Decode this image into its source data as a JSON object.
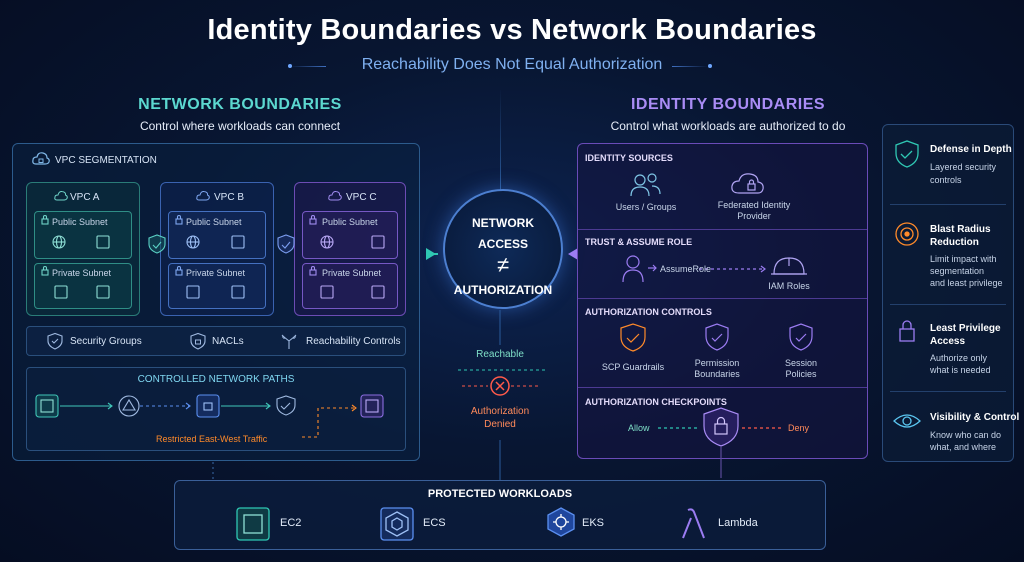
{
  "header": {
    "title": "Identity Boundaries vs Network Boundaries",
    "subtitle": "Reachability Does Not Equal Authorization"
  },
  "network": {
    "heading": "NETWORK BOUNDARIES",
    "subheading": "Control where workloads can connect",
    "vpc_segmentation": "VPC SEGMENTATION",
    "vpcs": [
      {
        "name": "VPC A",
        "public": "Public Subnet",
        "private": "Private Subnet"
      },
      {
        "name": "VPC B",
        "public": "Public Subnet",
        "private": "Private Subnet"
      },
      {
        "name": "VPC C",
        "public": "Public Subnet",
        "private": "Private Subnet"
      }
    ],
    "controls": [
      "Security Groups",
      "NACLs",
      "Reachability Controls"
    ],
    "paths_title": "CONTROLLED NETWORK PATHS",
    "restricted": "Restricted East-West Traffic"
  },
  "center": {
    "line1": "NETWORK",
    "line2": "ACCESS",
    "neq": "≠",
    "line3": "AUTHORIZATION",
    "reachable": "Reachable",
    "denied1": "Authorization",
    "denied2": "Denied"
  },
  "identity": {
    "heading": "IDENTITY BOUNDARIES",
    "subheading": "Control what workloads are authorized to do",
    "sources_title": "IDENTITY SOURCES",
    "users": "Users / Groups",
    "federated1": "Federated Identity",
    "federated2": "Provider",
    "trust_title": "TRUST & ASSUME ROLE",
    "assume": "AssumeRole",
    "iam": "IAM Roles",
    "authz_title": "AUTHORIZATION CONTROLS",
    "scp": "SCP Guardrails",
    "perm1": "Permission",
    "perm2": "Boundaries",
    "sess1": "Session",
    "sess2": "Policies",
    "check_title": "AUTHORIZATION CHECKPOINTS",
    "allow": "Allow",
    "deny": "Deny"
  },
  "side": [
    {
      "title": "Defense in Depth",
      "desc": [
        "Layered security",
        "controls"
      ]
    },
    {
      "title": "Blast Radius",
      "title2": "Reduction",
      "desc": [
        "Limit impact with",
        "segmentation",
        "and least privilege"
      ]
    },
    {
      "title": "Least Privilege",
      "title2": "Access",
      "desc": [
        "Authorize only",
        "what is needed"
      ]
    },
    {
      "title": "Visibility & Control",
      "desc": [
        "Know who can do",
        "what, and where"
      ]
    }
  ],
  "protected": {
    "title": "PROTECTED WORKLOADS",
    "items": [
      "EC2",
      "ECS",
      "EKS",
      "Lambda"
    ]
  },
  "colors": {
    "teal": "#2fc7b3",
    "blue": "#5b8ff0",
    "purple": "#9b7cf2",
    "orange": "#ff8a2a",
    "red": "#ff5a4a"
  }
}
